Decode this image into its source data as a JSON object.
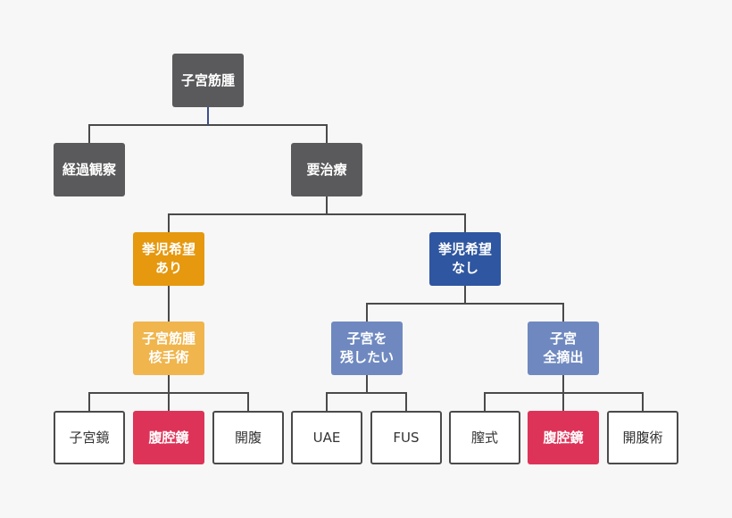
{
  "colors": {
    "background": "#f7f7f7",
    "line": "#4a4a4a",
    "root_link": "#3d4f8f",
    "dark_node": "#5a595b",
    "want_child_yes": "#e6980e",
    "want_child_yes_sub": "#f0b54d",
    "want_child_no": "#2f56a0",
    "want_child_no_sub": "#6f89c0",
    "highlight": "#de3358"
  },
  "nodes": {
    "root": "子宮筋腫",
    "observe": "経過観察",
    "treat": "要治療",
    "want_yes": "挙児希望\nあり",
    "want_no": "挙児希望\nなし",
    "myomectomy": "子宮筋腫\n核手術",
    "preserve": "子宮を\n残したい",
    "total": "子宮\n全摘出",
    "hysteroscopy": "子宮鏡",
    "lap1": "腹腔鏡",
    "open1": "開腹",
    "uae": "UAE",
    "fus": "FUS",
    "vaginal": "膣式",
    "lap2": "腹腔鏡",
    "open2": "開腹術"
  }
}
